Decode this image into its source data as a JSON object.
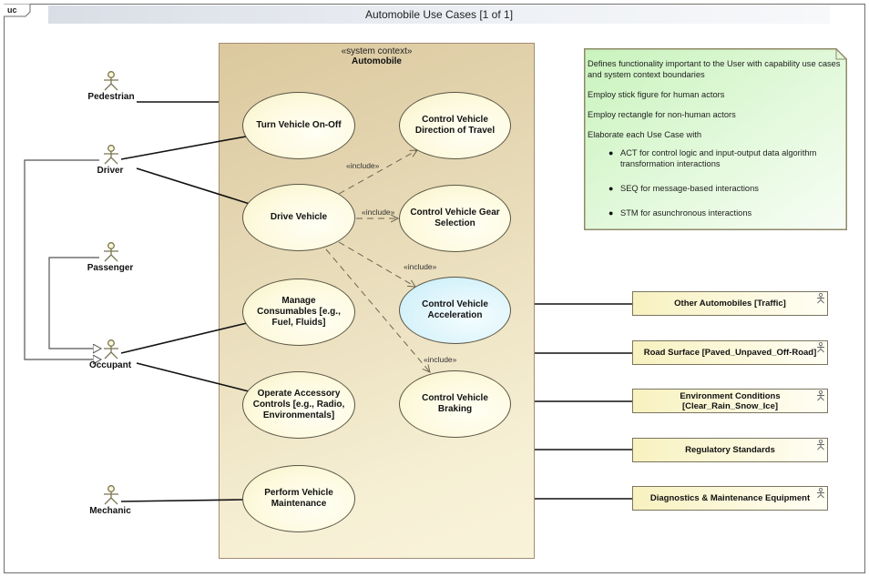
{
  "diagram": {
    "frame_tag": "uc",
    "title": "Automobile Use Cases [1 of 1]",
    "system": {
      "stereotype": "«system context»",
      "name": "Automobile"
    },
    "actors": [
      {
        "id": "pedestrian",
        "label": "Pedestrian"
      },
      {
        "id": "driver",
        "label": "Driver"
      },
      {
        "id": "passenger",
        "label": "Passenger"
      },
      {
        "id": "occupant",
        "label": "Occupant"
      },
      {
        "id": "mechanic",
        "label": "Mechanic"
      }
    ],
    "use_cases": [
      {
        "id": "turn-on-off",
        "label": "Turn Vehicle On-Off",
        "highlighted": false
      },
      {
        "id": "drive",
        "label": "Drive Vehicle",
        "highlighted": false
      },
      {
        "id": "manage-consumables",
        "label": "Manage Consumables [e.g., Fuel, Fluids]",
        "highlighted": false
      },
      {
        "id": "operate-accessory",
        "label": "Operate Accessory Controls [e.g., Radio, Environmentals]",
        "highlighted": false
      },
      {
        "id": "perform-maintenance",
        "label": "Perform Vehicle Maintenance",
        "highlighted": false
      },
      {
        "id": "direction",
        "label": "Control Vehicle Direction of Travel",
        "highlighted": false
      },
      {
        "id": "gear",
        "label": "Control Vehicle Gear Selection",
        "highlighted": false
      },
      {
        "id": "acceleration",
        "label": "Control Vehicle Acceleration",
        "highlighted": true
      },
      {
        "id": "braking",
        "label": "Control Vehicle Braking",
        "highlighted": false
      }
    ],
    "include_label": "«include»",
    "includes": [
      {
        "from": "drive",
        "to": "direction"
      },
      {
        "from": "drive",
        "to": "gear"
      },
      {
        "from": "drive",
        "to": "acceleration"
      },
      {
        "from": "drive",
        "to": "braking"
      }
    ],
    "generalizations": [
      {
        "from": "driver",
        "to": "occupant"
      },
      {
        "from": "passenger",
        "to": "occupant"
      }
    ],
    "associations": [
      {
        "from": "pedestrian",
        "to": "system"
      },
      {
        "from": "driver",
        "to": "turn-on-off"
      },
      {
        "from": "driver",
        "to": "drive"
      },
      {
        "from": "occupant",
        "to": "manage-consumables"
      },
      {
        "from": "occupant",
        "to": "operate-accessory"
      },
      {
        "from": "mechanic",
        "to": "perform-maintenance"
      },
      {
        "from": "system",
        "to": "other-automobiles"
      },
      {
        "from": "system",
        "to": "road-surface"
      },
      {
        "from": "system",
        "to": "environment-conditions"
      },
      {
        "from": "system",
        "to": "regulatory-standards"
      },
      {
        "from": "system",
        "to": "diagnostics-equipment"
      }
    ],
    "external_actors": [
      {
        "id": "other-automobiles",
        "label": "Other Automobiles [Traffic]"
      },
      {
        "id": "road-surface",
        "label": "Road Surface [Paved_Unpaved_Off-Road]"
      },
      {
        "id": "environment-conditions",
        "label": "Environment Conditions [Clear_Rain_Snow_Ice]"
      },
      {
        "id": "regulatory-standards",
        "label": "Regulatory Standards"
      },
      {
        "id": "diagnostics-equipment",
        "label": "Diagnostics & Maintenance Equipment"
      }
    ],
    "note": {
      "paragraphs": [
        "Defines functionality important to the User with capability use cases and system context boundaries",
        "Employ stick figure for human actors",
        "Employ rectangle for non-human actors",
        "Elaborate each Use Case with"
      ],
      "bullets": [
        "ACT for control logic and input-output data algorithm transformation interactions",
        "SEQ for message-based interactions",
        "STM for asunchronous interactions"
      ]
    },
    "colors": {
      "actor_stroke": "#7a7550",
      "line": "#111111",
      "include_line": "#6b6450",
      "highlight_fill": "#d6f2fa",
      "note_fill": "#d9f7d0",
      "system_fill": "#e6d8b2"
    }
  }
}
